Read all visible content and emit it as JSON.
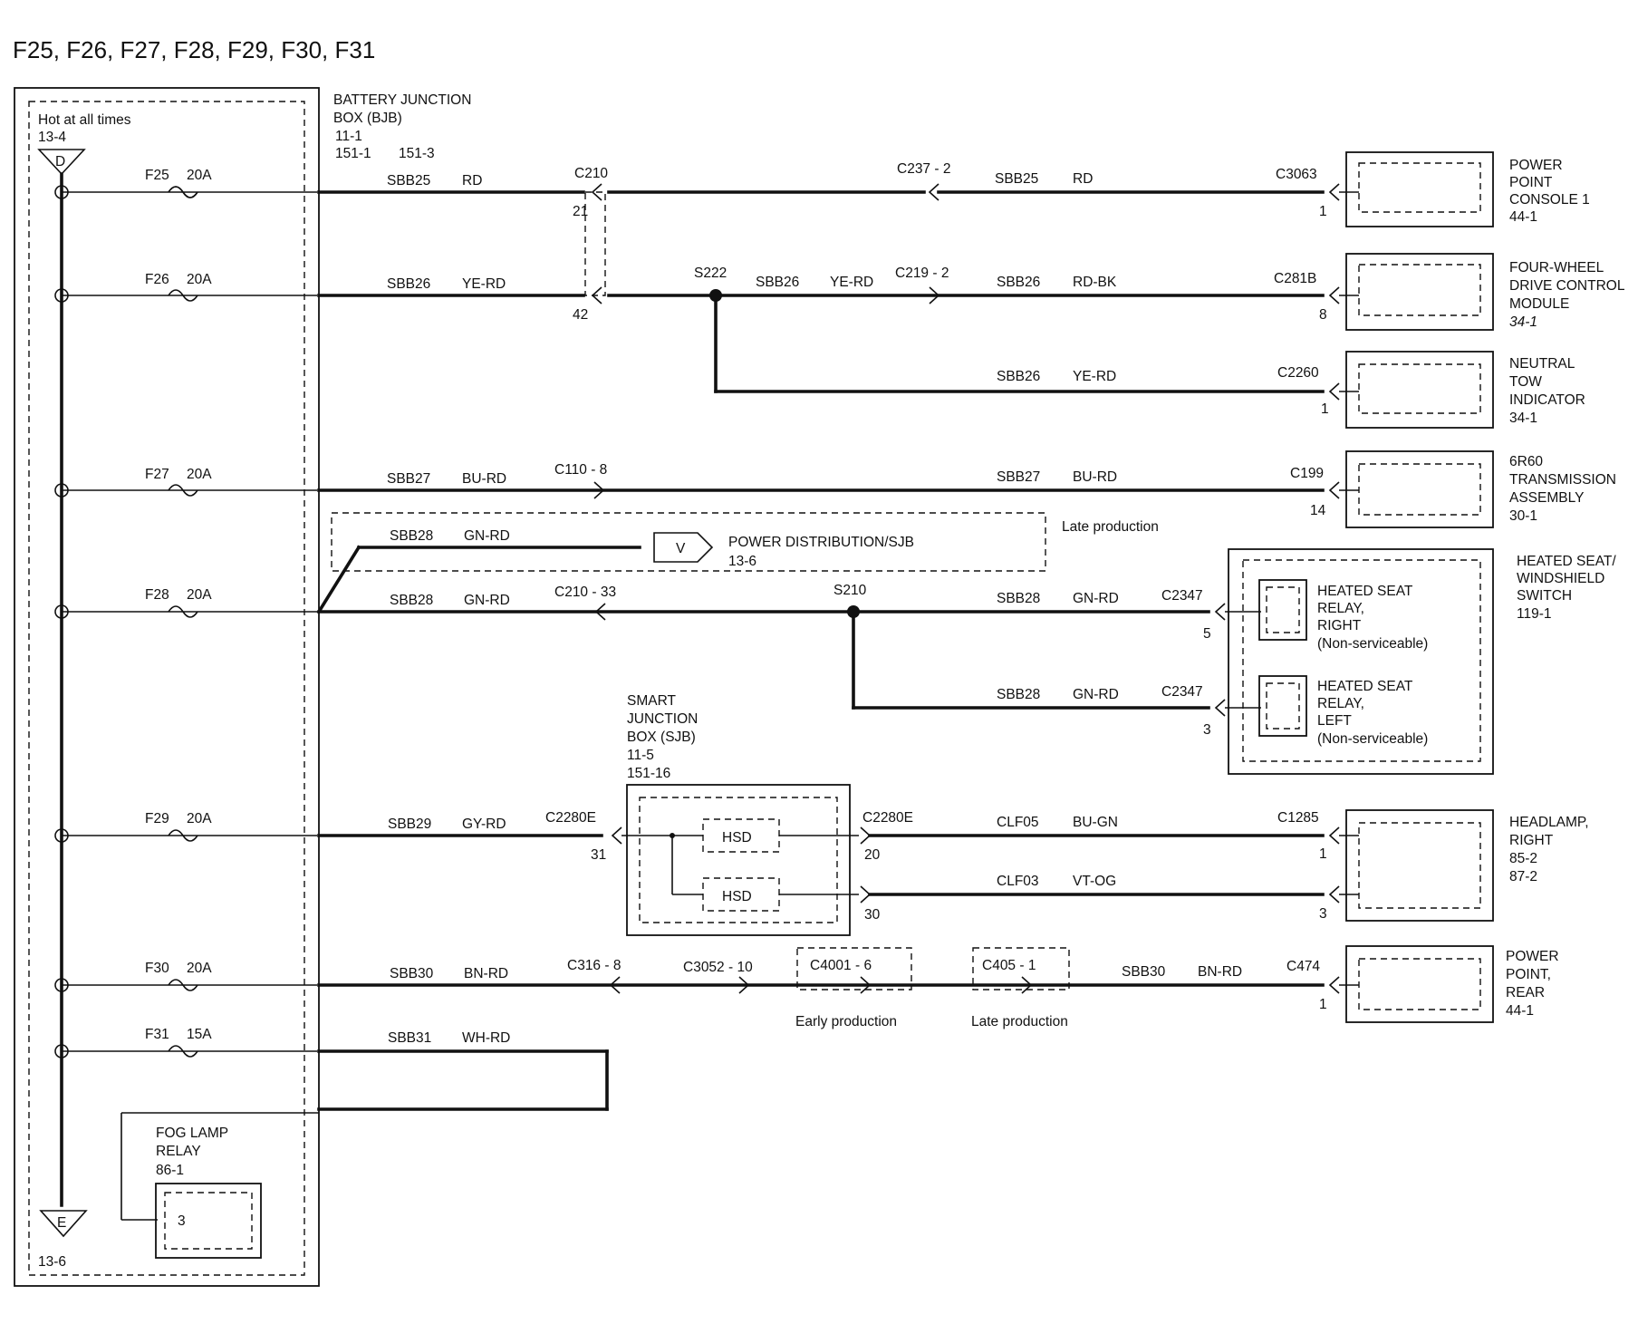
{
  "title": "F25, F26, F27, F28, F29, F30, F31",
  "bjb": {
    "hot": "Hot at all times",
    "hot_ref": "13-4",
    "d_tag": "D",
    "e_tag": "E",
    "bottom_ref": "13-6",
    "name_line1": "BATTERY  JUNCTION",
    "name_line2": "BOX (BJB)",
    "ref1": "11-1",
    "ref2": "151-1",
    "ref3": "151-3",
    "fuses": [
      {
        "id": "F25",
        "amps": "20A"
      },
      {
        "id": "F26",
        "amps": "20A"
      },
      {
        "id": "F27",
        "amps": "20A"
      },
      {
        "id": "F28",
        "amps": "20A"
      },
      {
        "id": "F29",
        "amps": "20A"
      },
      {
        "id": "F30",
        "amps": "20A"
      },
      {
        "id": "F31",
        "amps": "15A"
      }
    ]
  },
  "wires": {
    "c25a": "SBB25",
    "col25a": "RD",
    "c25b": "SBB25",
    "col25b": "RD",
    "c26a": "SBB26",
    "col26a": "YE-RD",
    "c26b": "SBB26",
    "col26b": "YE-RD",
    "c26c": "SBB26",
    "col26c": "RD-BK",
    "c26d": "SBB26",
    "col26d": "YE-RD",
    "c27a": "SBB27",
    "col27a": "BU-RD",
    "c27b": "SBB27",
    "col27b": "BU-RD",
    "c28a": "SBB28",
    "col28a": "GN-RD",
    "c28b": "SBB28",
    "col28b": "GN-RD",
    "c28c": "SBB28",
    "col28c": "GN-RD",
    "c28d": "SBB28",
    "col28d": "GN-RD",
    "c29a": "SBB29",
    "col29a": "GY-RD",
    "c29b": "CLF05",
    "col29b": "BU-GN",
    "c29c": "CLF03",
    "col29c": "VT-OG",
    "c30a": "SBB30",
    "col30a": "BN-RD",
    "c30b": "SBB30",
    "col30b": "BN-RD",
    "c31a": "SBB31",
    "col31a": "WH-RD"
  },
  "connectors": {
    "c210": "C210",
    "c210_pin21": "21",
    "c210_pin42": "42",
    "c237": "C237  -  2",
    "c3063": "C3063",
    "c3063_pin": "1",
    "s222": "S222",
    "c219": "C219  -  2",
    "c281b": "C281B",
    "c281b_pin": "8",
    "c2260": "C2260",
    "c2260_pin": "1",
    "c110": "C110  -  8",
    "c199": "C199",
    "c199_pin": "14",
    "c210b": "C210  -  33",
    "s210": "S210",
    "c2347a": "C2347",
    "c2347a_pin": "5",
    "c2347b": "C2347",
    "c2347b_pin": "3",
    "c2280e_in": "C2280E",
    "c2280e_in_pin": "31",
    "c2280e_out": "C2280E",
    "c2280e_pin20": "20",
    "c2280e_pin30": "30",
    "c1285": "C1285",
    "c1285_pin1": "1",
    "c1285_pin3": "3",
    "c316": "C316  -  8",
    "c3052": "C3052  -  10",
    "c4001": "C4001  -  6",
    "c405": "C405  -  1",
    "c474": "C474",
    "c474_pin": "1"
  },
  "notes": {
    "late": "Late production",
    "early2": "Early production",
    "late2": "Late production"
  },
  "pd": {
    "tag": "V",
    "label": "POWER DISTRIBUTION/SJB",
    "ref": "13-6"
  },
  "sjb": {
    "l1": "SMART",
    "l2": "JUNCTION",
    "l3": "BOX (SJB)",
    "l4": "11-5",
    "l5": "151-16",
    "hsd1": "HSD",
    "hsd2": "HSD"
  },
  "components": {
    "ppc": {
      "l1": "POWER",
      "l2": "POINT",
      "l3": "CONSOLE 1",
      "ref": "44-1"
    },
    "fwd": {
      "l1": "FOUR-WHEEL",
      "l2": "DRIVE CONTROL",
      "l3": "MODULE",
      "ref": "34-1"
    },
    "nti": {
      "l1": "NEUTRAL",
      "l2": "TOW",
      "l3": "INDICATOR",
      "ref": "34-1"
    },
    "trans": {
      "l1": "6R60",
      "l2": "TRANSMISSION",
      "l3": "ASSEMBLY",
      "ref": "30-1"
    },
    "hsw": {
      "l1": "HEATED SEAT/",
      "l2": "WINDSHIELD",
      "l3": "SWITCH",
      "ref": "119-1"
    },
    "hsr": {
      "l1": "HEATED SEAT",
      "l2": "RELAY,",
      "l3": "RIGHT",
      "l4": "(Non-serviceable)"
    },
    "hsl": {
      "l1": "HEATED SEAT",
      "l2": "RELAY,",
      "l3": "LEFT",
      "l4": "(Non-serviceable)"
    },
    "hl": {
      "l1": "HEADLAMP,",
      "l2": "RIGHT",
      "ref1": "85-2",
      "ref2": "87-2"
    },
    "ppr": {
      "l1": "POWER",
      "l2": "POINT,",
      "l3": "REAR",
      "ref": "44-1"
    },
    "fog": {
      "l1": "FOG LAMP",
      "l2": "RELAY",
      "ref": "86-1",
      "pin": "3"
    }
  }
}
